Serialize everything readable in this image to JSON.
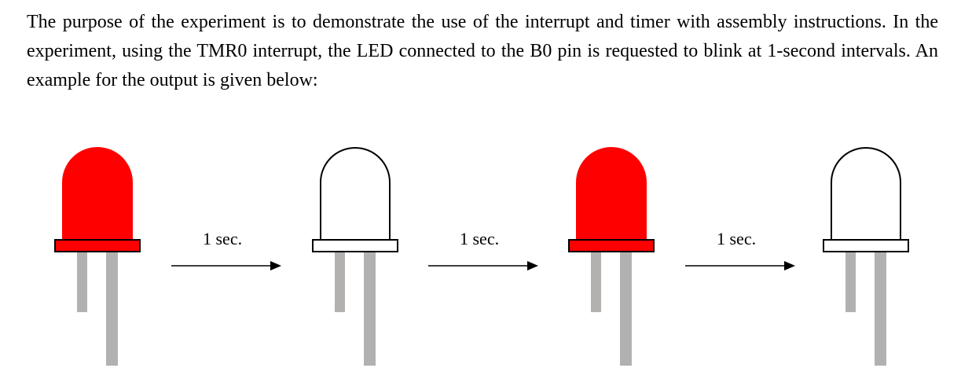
{
  "paragraph": {
    "text": "The purpose of the experiment is to demonstrate the use of the interrupt and timer with assembly instructions. In the experiment, using the TMR0 interrupt, the LED connected to the B0 pin is requested to blink at 1-second intervals. An example for the output is given below:"
  },
  "figure": {
    "leds": [
      {
        "state": "on",
        "color": "#ff0000"
      },
      {
        "state": "off",
        "color": "#ffffff"
      },
      {
        "state": "on",
        "color": "#ff0000"
      },
      {
        "state": "off",
        "color": "#ffffff"
      }
    ],
    "arrows": [
      {
        "label": "1 sec."
      },
      {
        "label": "1 sec."
      },
      {
        "label": "1 sec."
      }
    ],
    "colors": {
      "led_on": "#ff0000",
      "led_off": "#ffffff",
      "outline": "#000000",
      "leg": "#b3b0b0"
    }
  }
}
